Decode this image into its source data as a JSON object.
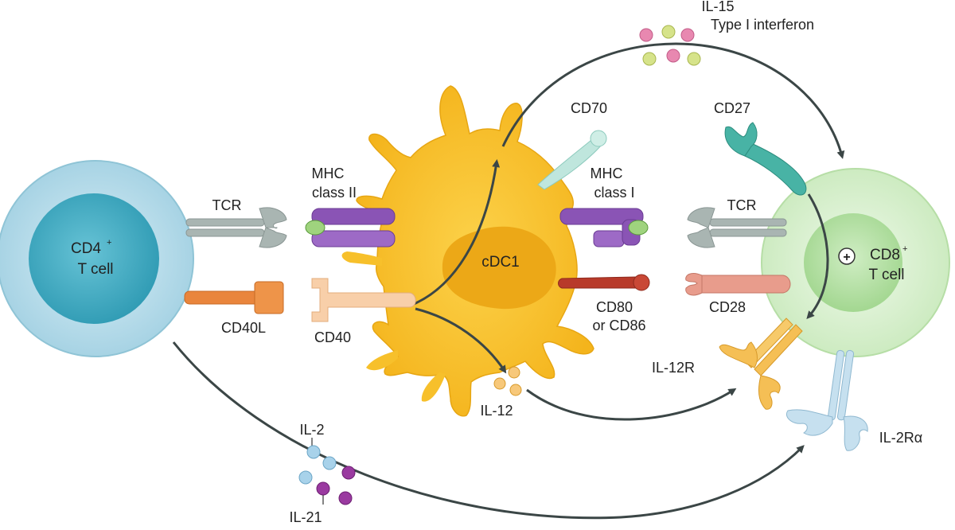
{
  "cells": {
    "cd4": {
      "line1": "CD4",
      "sup": "+",
      "line2": "T cell"
    },
    "cdc1": {
      "label": "cDC1"
    },
    "cd8": {
      "line1": "CD8",
      "sup": "+",
      "line2": "T cell"
    }
  },
  "labels": {
    "tcr_left": "TCR",
    "mhc2_line1": "MHC",
    "mhc2_line2": "class II",
    "cd40l": "CD40L",
    "cd40": "CD40",
    "cd70": "CD70",
    "mhc1_line1": "MHC",
    "mhc1_line2": "class I",
    "cd80_line1": "CD80",
    "cd80_line2": "or CD86",
    "cd27": "CD27",
    "tcr_right": "TCR",
    "cd28": "CD28",
    "il12r": "IL-12R",
    "il2ra": "IL-2Rα",
    "il12": "IL-12",
    "il2": "IL-2",
    "il21": "IL-21",
    "il15": "IL-15",
    "type1_ifn": "Type I interferon",
    "plus": "+"
  },
  "colors": {
    "cd4_outer": "#bfe0ec",
    "cd4_inner": "#4fb1c7",
    "cdc1": "#f7c02b",
    "cdc1_nucleus": "#eea814",
    "cd8_outer": "#dff2d7",
    "cd8_inner": "#b5e3a6",
    "tcr": "#a9b5b2",
    "mhc": "#8a54b5",
    "cd40l": "#e9853c",
    "cd40": "#f8cfa9",
    "cd70": "#bfe6dd",
    "cd80": "#b83a2a",
    "cd27": "#48b3a5",
    "cd28": "#e89c8c",
    "il12r": "#f5bf55",
    "il2ra": "#c6e0ef",
    "arrow": "#3b4646"
  }
}
